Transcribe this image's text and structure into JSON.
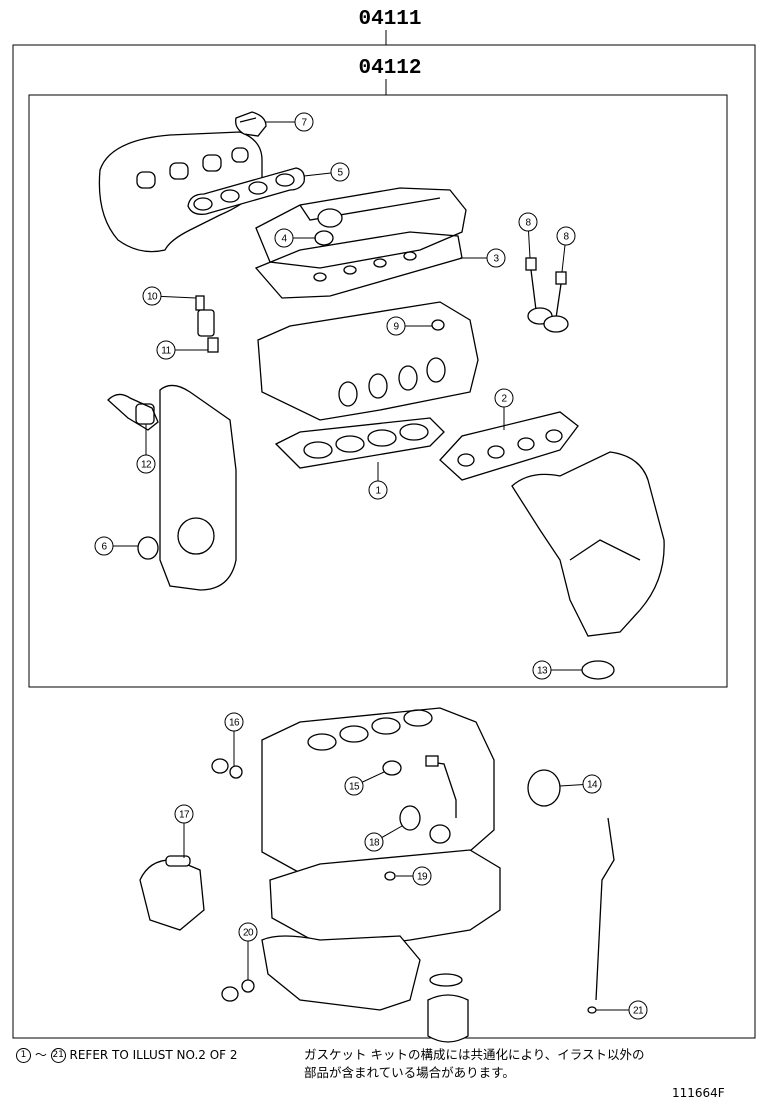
{
  "assemblies": {
    "outer_kit": "04111",
    "inner_kit": "04112"
  },
  "callouts": [
    {
      "id": "c1",
      "label": "1"
    },
    {
      "id": "c2",
      "label": "2"
    },
    {
      "id": "c3",
      "label": "3"
    },
    {
      "id": "c4",
      "label": "4"
    },
    {
      "id": "c5",
      "label": "5"
    },
    {
      "id": "c6",
      "label": "6"
    },
    {
      "id": "c7",
      "label": "7"
    },
    {
      "id": "c8a",
      "label": "8"
    },
    {
      "id": "c8b",
      "label": "8"
    },
    {
      "id": "c9",
      "label": "9"
    },
    {
      "id": "c10",
      "label": "10"
    },
    {
      "id": "c11",
      "label": "11"
    },
    {
      "id": "c12",
      "label": "12"
    },
    {
      "id": "c13",
      "label": "13"
    },
    {
      "id": "c14",
      "label": "14"
    },
    {
      "id": "c15",
      "label": "15"
    },
    {
      "id": "c16",
      "label": "16"
    },
    {
      "id": "c17",
      "label": "17"
    },
    {
      "id": "c18",
      "label": "18"
    },
    {
      "id": "c19",
      "label": "19"
    },
    {
      "id": "c20",
      "label": "20"
    },
    {
      "id": "c21",
      "label": "21"
    }
  ],
  "footer": {
    "range_start": "1",
    "range_sep": "～",
    "range_end": "21",
    "reference_text": "REFER TO ILLUST NO.2 OF 2",
    "note_line1": "ガスケット キットの構成には共通化により、イラスト以外の",
    "note_line2": "部品が含まれている場合があります。",
    "illustration_code": "111664F"
  }
}
